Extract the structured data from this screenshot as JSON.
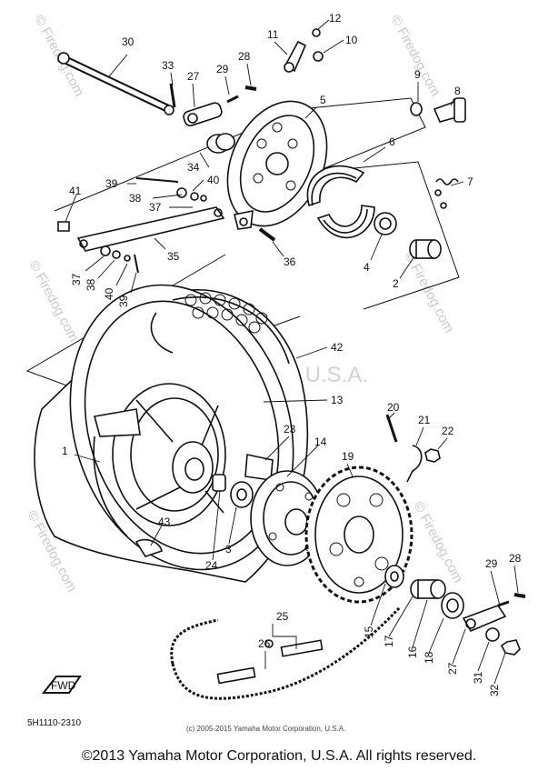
{
  "watermark": {
    "side_text": "© Firedog.com",
    "center_text": "Yamaha Motor Corp, U.S.A."
  },
  "callouts": [
    "1",
    "2",
    "3",
    "4",
    "5",
    "6",
    "7",
    "8",
    "9",
    "10",
    "11",
    "12",
    "13",
    "14",
    "15",
    "16",
    "17",
    "18",
    "19",
    "20",
    "21",
    "22",
    "23",
    "24",
    "25",
    "26",
    "27",
    "28",
    "29",
    "30",
    "31",
    "32",
    "33",
    "34",
    "35",
    "36",
    "37",
    "38",
    "39",
    "40",
    "41",
    "42",
    "43"
  ],
  "repeat_labels": [
    "27",
    "28",
    "29",
    "37",
    "38",
    "39",
    "40"
  ],
  "front_marker": "FWD",
  "part_code": "5H1110-2310",
  "small_copyright": "(c) 2005-2015 Yamaha Motor Corporation, U.S.A.",
  "footer_copyright": "©2013 Yamaha Motor Corporation, U.S.A. All rights reserved."
}
